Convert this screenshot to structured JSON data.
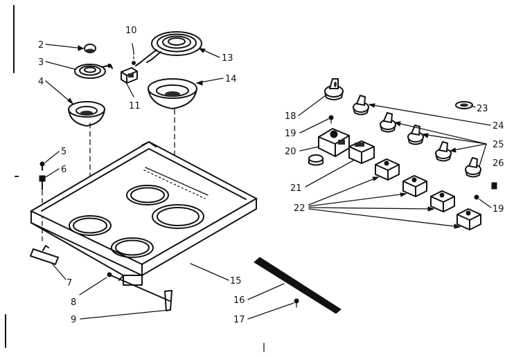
{
  "diagram": {
    "callouts": [
      {
        "id": "c2",
        "text": "2"
      },
      {
        "id": "c3",
        "text": "3"
      },
      {
        "id": "c4",
        "text": "4"
      },
      {
        "id": "c5",
        "text": "5"
      },
      {
        "id": "c6",
        "text": "6"
      },
      {
        "id": "c7",
        "text": "7"
      },
      {
        "id": "c8",
        "text": "8"
      },
      {
        "id": "c9",
        "text": "9"
      },
      {
        "id": "c10",
        "text": "10"
      },
      {
        "id": "c11",
        "text": "11"
      },
      {
        "id": "c13",
        "text": "13"
      },
      {
        "id": "c14",
        "text": "14"
      },
      {
        "id": "c15",
        "text": "15"
      },
      {
        "id": "c16",
        "text": "16"
      },
      {
        "id": "c17",
        "text": "17"
      },
      {
        "id": "c18",
        "text": "18"
      },
      {
        "id": "c19a",
        "text": "19"
      },
      {
        "id": "c19b",
        "text": "19"
      },
      {
        "id": "c20",
        "text": "20"
      },
      {
        "id": "c21",
        "text": "21"
      },
      {
        "id": "c22",
        "text": "22"
      },
      {
        "id": "c23",
        "text": "23"
      },
      {
        "id": "c24",
        "text": "24"
      },
      {
        "id": "c25",
        "text": "25"
      },
      {
        "id": "c26",
        "text": "26"
      }
    ]
  }
}
